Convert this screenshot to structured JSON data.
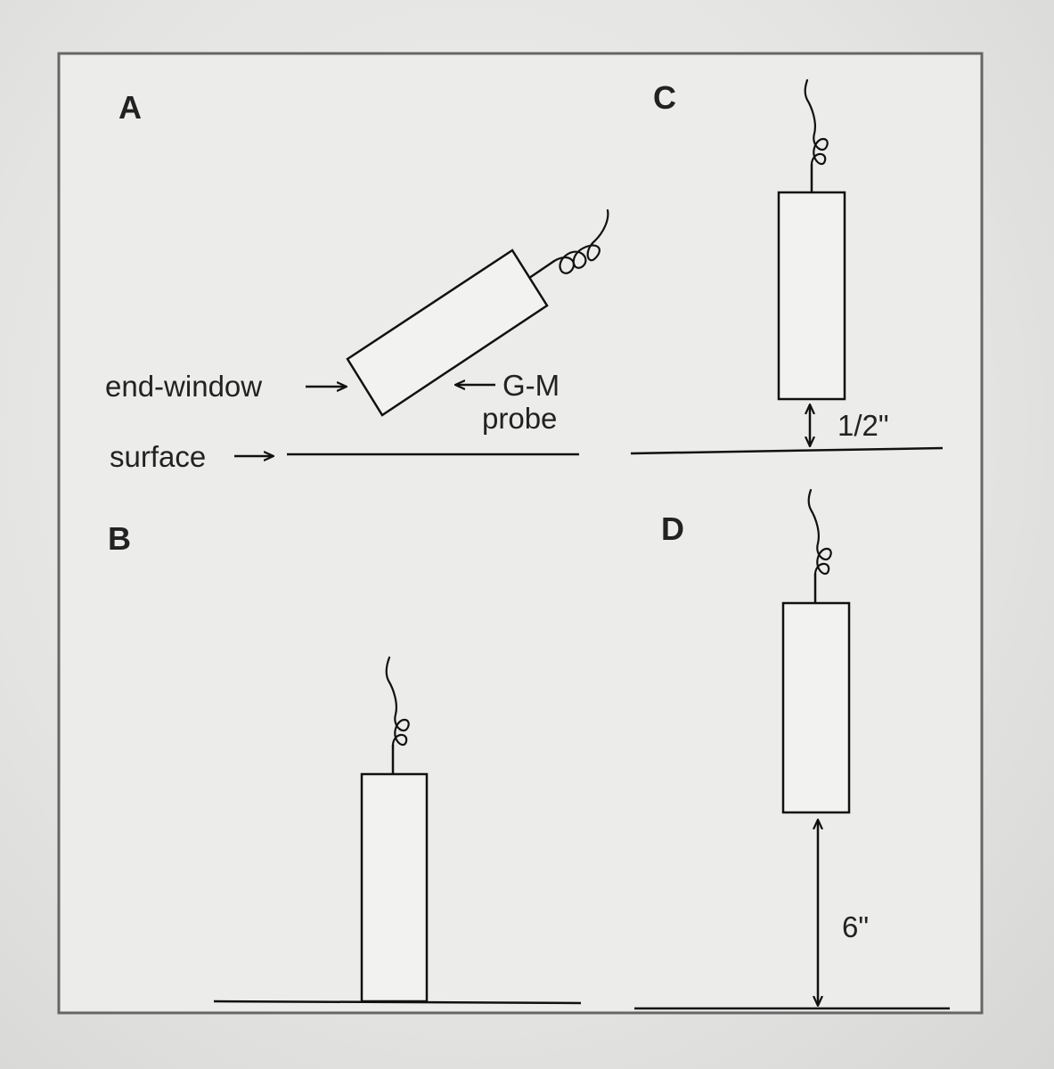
{
  "panels": {
    "a": {
      "letter": "A",
      "end_window_label": "end-window",
      "gm_label_1": "G-M",
      "gm_label_2": "probe",
      "surface_label": "surface"
    },
    "b": {
      "letter": "B"
    },
    "c": {
      "letter": "C",
      "distance_label": "1/2\""
    },
    "d": {
      "letter": "D",
      "distance_label": "6\""
    }
  }
}
